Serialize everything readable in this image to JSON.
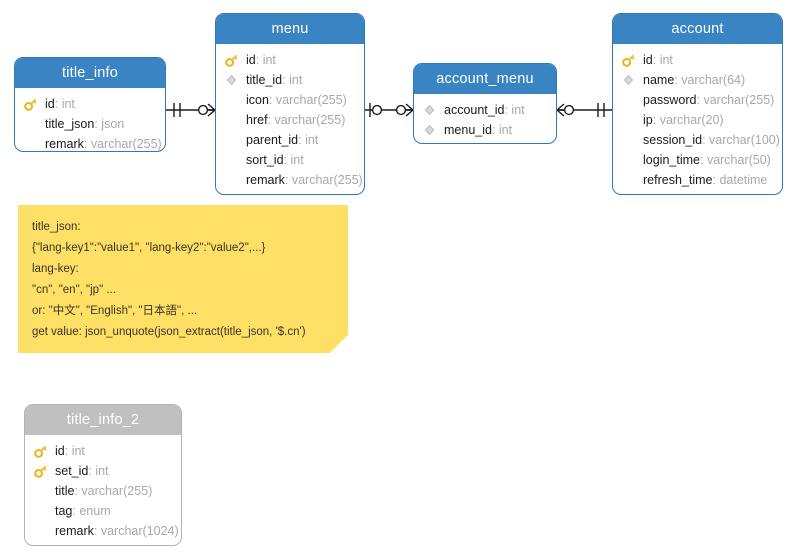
{
  "diagram": {
    "type": "er-diagram",
    "colors": {
      "header_blue": "#3b84c4",
      "header_gray": "#c0c0c0",
      "border_blue": "#2e7ab4",
      "border_gray": "#b3b3b3",
      "note_yellow": "#fee066",
      "type_text": "#a8a8a8",
      "name_text": "#1a1a1a",
      "key_icon": "#f2c230",
      "fk_icon": "#cccccc"
    }
  },
  "entities": [
    {
      "id": "title_info",
      "name": "title_info",
      "header_style": "blue",
      "attributes": [
        {
          "marker": "key-icon",
          "name": "id",
          "type": "int"
        },
        {
          "marker": "none",
          "name": "title_json",
          "type": "json"
        },
        {
          "marker": "none",
          "name": "remark",
          "type": "varchar(255)"
        }
      ]
    },
    {
      "id": "menu",
      "name": "menu",
      "header_style": "blue",
      "attributes": [
        {
          "marker": "key-icon",
          "name": "id",
          "type": "int"
        },
        {
          "marker": "diamond-icon",
          "name": "title_id",
          "type": "int"
        },
        {
          "marker": "none",
          "name": "icon",
          "type": "varchar(255)"
        },
        {
          "marker": "none",
          "name": "href",
          "type": "varchar(255)"
        },
        {
          "marker": "none",
          "name": "parent_id",
          "type": "int"
        },
        {
          "marker": "none",
          "name": "sort_id",
          "type": "int"
        },
        {
          "marker": "none",
          "name": "remark",
          "type": "varchar(255)"
        }
      ]
    },
    {
      "id": "account_menu",
      "name": "account_menu",
      "header_style": "blue",
      "attributes": [
        {
          "marker": "diamond-icon",
          "name": "account_id",
          "type": "int"
        },
        {
          "marker": "diamond-icon",
          "name": "menu_id",
          "type": "int"
        }
      ]
    },
    {
      "id": "account",
      "name": "account",
      "header_style": "blue",
      "attributes": [
        {
          "marker": "key-icon",
          "name": "id",
          "type": "int"
        },
        {
          "marker": "diamond-icon",
          "name": "name",
          "type": "varchar(64)"
        },
        {
          "marker": "none",
          "name": "password",
          "type": "varchar(255)"
        },
        {
          "marker": "none",
          "name": "ip",
          "type": "varchar(20)"
        },
        {
          "marker": "none",
          "name": "session_id",
          "type": "varchar(100)"
        },
        {
          "marker": "none",
          "name": "login_time",
          "type": "varchar(50)"
        },
        {
          "marker": "none",
          "name": "refresh_time",
          "type": "datetime"
        }
      ]
    },
    {
      "id": "title_info_2",
      "name": "title_info_2",
      "header_style": "gray",
      "attributes": [
        {
          "marker": "key-icon",
          "name": "id",
          "type": "int"
        },
        {
          "marker": "key-icon",
          "name": "set_id",
          "type": "int"
        },
        {
          "marker": "none",
          "name": "title",
          "type": "varchar(255)"
        },
        {
          "marker": "none",
          "name": "tag",
          "type": "enum"
        },
        {
          "marker": "none",
          "name": "remark",
          "type": "varchar(1024)"
        }
      ]
    }
  ],
  "relationships": [
    {
      "id": "rel-title_info-menu",
      "from": "title_info",
      "to": "menu",
      "from_cardinality": "one-and-only-one",
      "to_cardinality": "zero-or-many"
    },
    {
      "id": "rel-menu-account_menu",
      "from": "menu",
      "to": "account_menu",
      "from_cardinality": "zero-or-one",
      "to_cardinality": "zero-or-many"
    },
    {
      "id": "rel-account_menu-account",
      "from": "account_menu",
      "to": "account",
      "from_cardinality": "zero-or-many",
      "to_cardinality": "one-and-only-one"
    }
  ],
  "note": {
    "id": "note-title-json",
    "lines": [
      "title_json:",
      "{\"lang-key1\":\"value1\", \"lang-key2\":\"value2\",...}",
      "lang-key:",
      "\"cn\", \"en\", \"jp\" ...",
      "or: \"中文\", \"English\", \"日本語\", ...",
      "get value: json_unquote(json_extract(title_json, '$.cn')"
    ]
  }
}
